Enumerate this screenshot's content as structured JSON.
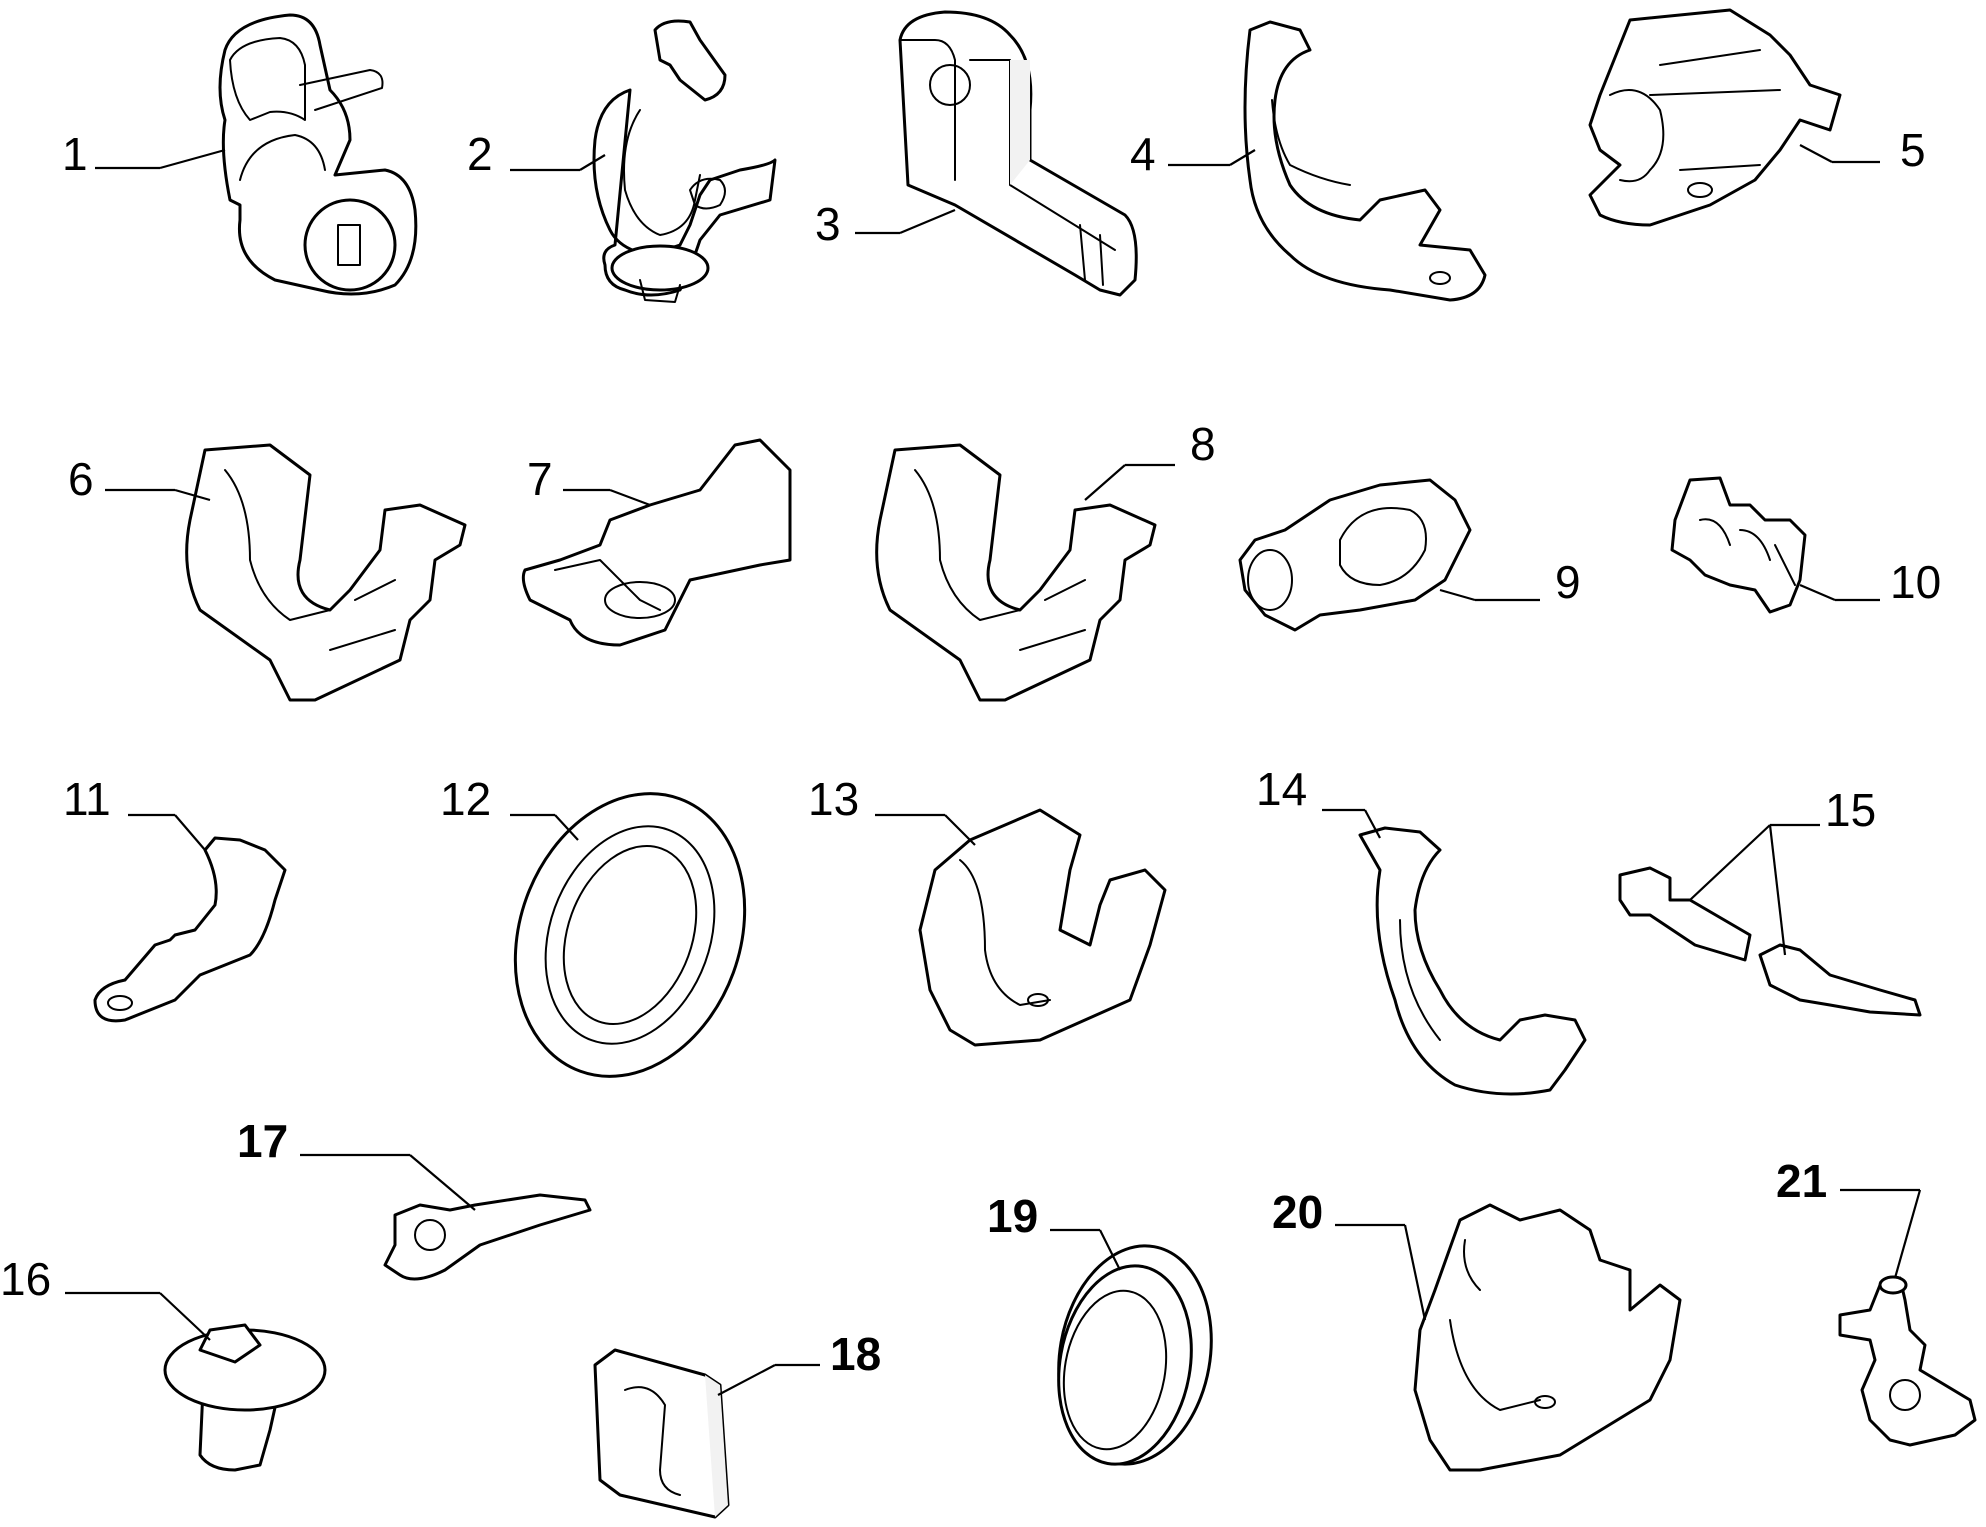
{
  "parts": [
    {
      "id": "1",
      "label": "1"
    },
    {
      "id": "2",
      "label": "2"
    },
    {
      "id": "3",
      "label": "3"
    },
    {
      "id": "4",
      "label": "4"
    },
    {
      "id": "5",
      "label": "5"
    },
    {
      "id": "6",
      "label": "6"
    },
    {
      "id": "7",
      "label": "7"
    },
    {
      "id": "8",
      "label": "8"
    },
    {
      "id": "9",
      "label": "9"
    },
    {
      "id": "10",
      "label": "10"
    },
    {
      "id": "11",
      "label": "11"
    },
    {
      "id": "12",
      "label": "12"
    },
    {
      "id": "13",
      "label": "13"
    },
    {
      "id": "14",
      "label": "14"
    },
    {
      "id": "15",
      "label": "15"
    },
    {
      "id": "16",
      "label": "16"
    },
    {
      "id": "17",
      "label": "17"
    },
    {
      "id": "18",
      "label": "18"
    },
    {
      "id": "19",
      "label": "19"
    },
    {
      "id": "20",
      "label": "20"
    },
    {
      "id": "21",
      "label": "21"
    }
  ]
}
